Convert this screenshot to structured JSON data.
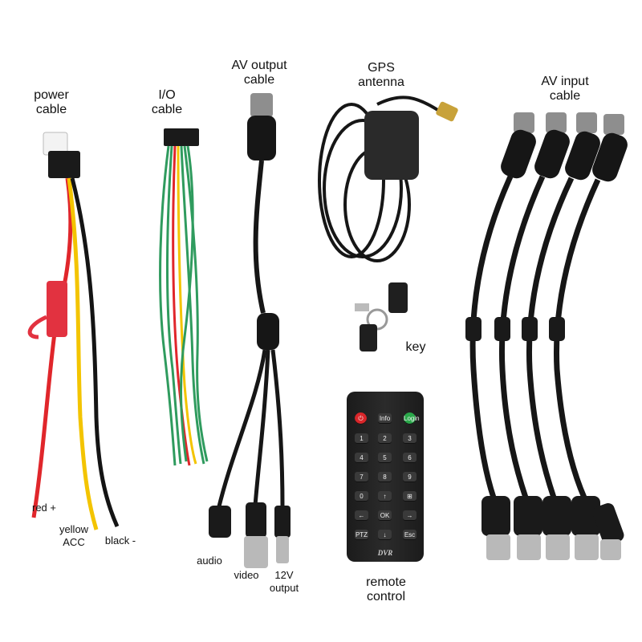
{
  "labels": {
    "power_cable": "power\ncable",
    "io_cable": "I/O\ncable",
    "av_output_cable": "AV output\ncable",
    "gps_antenna": "GPS\nantenna",
    "av_input_cable": "AV input\ncable",
    "key": "key",
    "remote_control": "remote\ncontrol",
    "red_plus": "red +",
    "yellow_acc": "yellow\nACC",
    "black_minus": "black -",
    "audio": "audio",
    "video": "video",
    "output_12v": "12V\noutput"
  },
  "remote": {
    "brand": "DVR",
    "keys": {
      "power": "⏻",
      "info": "Info",
      "login": "Login",
      "k1": "1",
      "k2": "2",
      "k3": "3",
      "k4": "4",
      "k5": "5",
      "k6": "6",
      "k7": "7",
      "k8": "8",
      "k9": "9",
      "k0": "0",
      "up": "↑",
      "grid": "⊞",
      "left": "←",
      "ok": "OK",
      "right": "→",
      "ptz": "PTZ",
      "down": "↓",
      "esc": "Esc"
    },
    "colors": {
      "power": "#d9262a",
      "login": "#2aa84a",
      "key": "#3a3a3a"
    }
  },
  "colors": {
    "red_wire": "#e0262b",
    "yellow_wire": "#f3c400",
    "black_wire": "#141414",
    "green_wire": "#2f9b5e",
    "cable": "#161616",
    "connector_metal": "#b9b9b9"
  }
}
